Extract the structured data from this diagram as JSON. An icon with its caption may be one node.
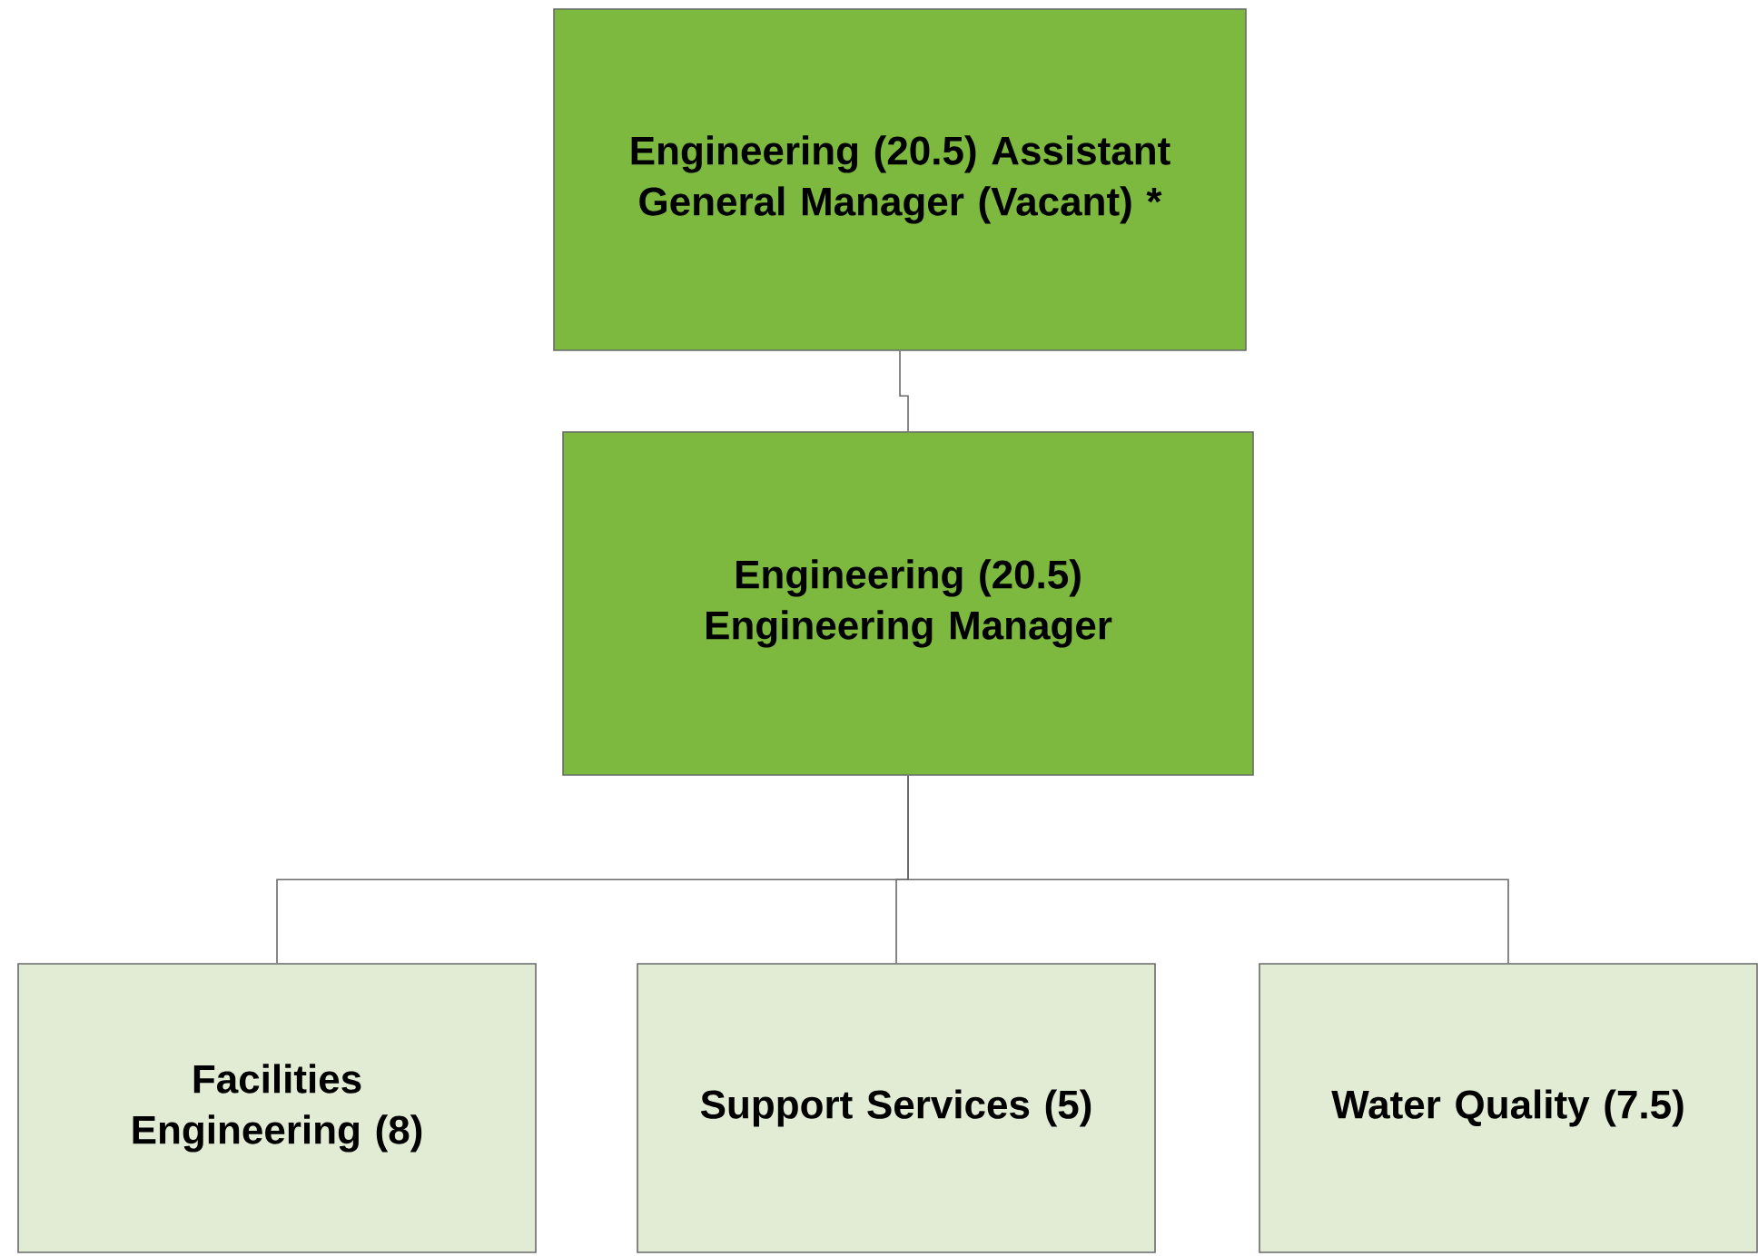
{
  "diagram": {
    "nodes": [
      {
        "text": [
          "Engineering (20.5) Assistant General Manager (Vacant) *"
        ]
      },
      {
        "text": [
          "Engineering (20.5) Engineering Manager"
        ]
      },
      {
        "text": [
          "Facilities Engineering (8)"
        ]
      },
      {
        "text": [
          "Support Services (5)"
        ]
      },
      {
        "text": [
          "Water Quality (7.5)"
        ]
      }
    ],
    "edges": [
      {
        "from": 0,
        "to": 1,
        "arrow": "none"
      },
      {
        "from": 1,
        "to": 2,
        "arrow": "none"
      },
      {
        "from": 1,
        "to": 3,
        "arrow": "none"
      },
      {
        "from": 1,
        "to": 4,
        "arrow": "none"
      }
    ]
  }
}
